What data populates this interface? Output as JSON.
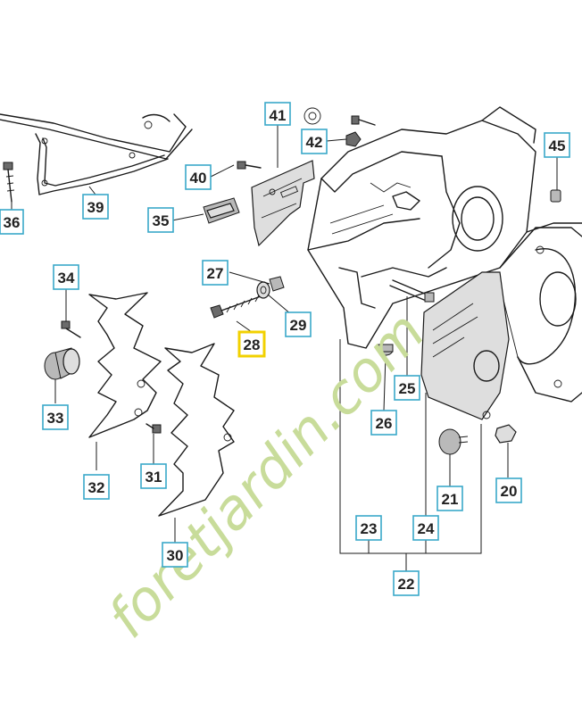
{
  "highlight_color": "#f2d100",
  "callout_border_color": "#3aa8c9",
  "watermark": {
    "text": "foretjardin.com",
    "color": "#c8dc9a"
  },
  "callouts": {
    "c20": "20",
    "c21": "21",
    "c22": "22",
    "c23": "23",
    "c24": "24",
    "c25": "25",
    "c26": "26",
    "c27": "27",
    "c28": "28",
    "c29": "29",
    "c30": "30",
    "c31": "31",
    "c32": "32",
    "c33": "33",
    "c34": "34",
    "c35": "35",
    "c36": "36",
    "c39": "39",
    "c40": "40",
    "c41": "41",
    "c42": "42",
    "c45": "45"
  },
  "highlighted_part": "28"
}
